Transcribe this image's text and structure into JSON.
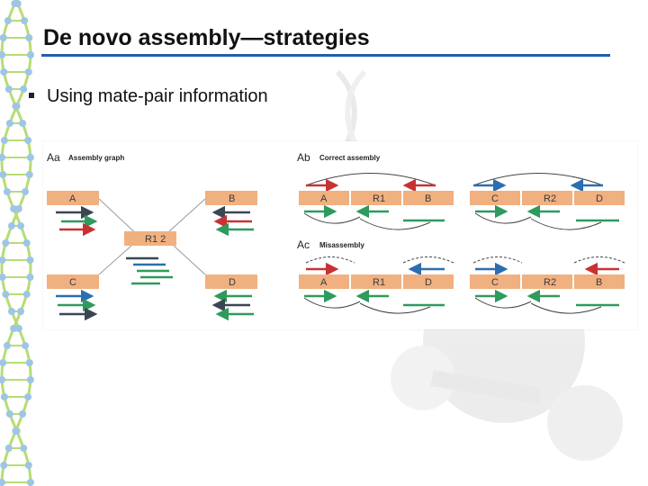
{
  "slide": {
    "title": "De novo assembly—strategies",
    "bullet": "Using mate-pair information"
  },
  "figure": {
    "panel_aa": {
      "label": "Aa",
      "title": "Assembly graph"
    },
    "panel_ab": {
      "label": "Ab",
      "title": "Correct assembly"
    },
    "panel_ac": {
      "label": "Ac",
      "title": "Misassembly"
    },
    "nodes": {
      "a": "A",
      "b": "B",
      "c": "C",
      "d": "D",
      "r12": "R1 2"
    },
    "ab_row1": [
      "A",
      "R1",
      "B"
    ],
    "ab_row2": [
      "C",
      "R2",
      "D"
    ],
    "ac_row1": [
      "A",
      "R1",
      "D"
    ],
    "ac_row2": [
      "C",
      "R2",
      "B"
    ]
  },
  "colors": {
    "title_rule": "#1f5fad",
    "contig_fill": "#f0b080",
    "read_red": "#c83232",
    "read_green": "#2e9a5c",
    "read_blue": "#2a6fb0",
    "read_dark": "#3a4652",
    "dna_backbone": "#b6dd72",
    "dna_bead": "#9fc5e6"
  }
}
